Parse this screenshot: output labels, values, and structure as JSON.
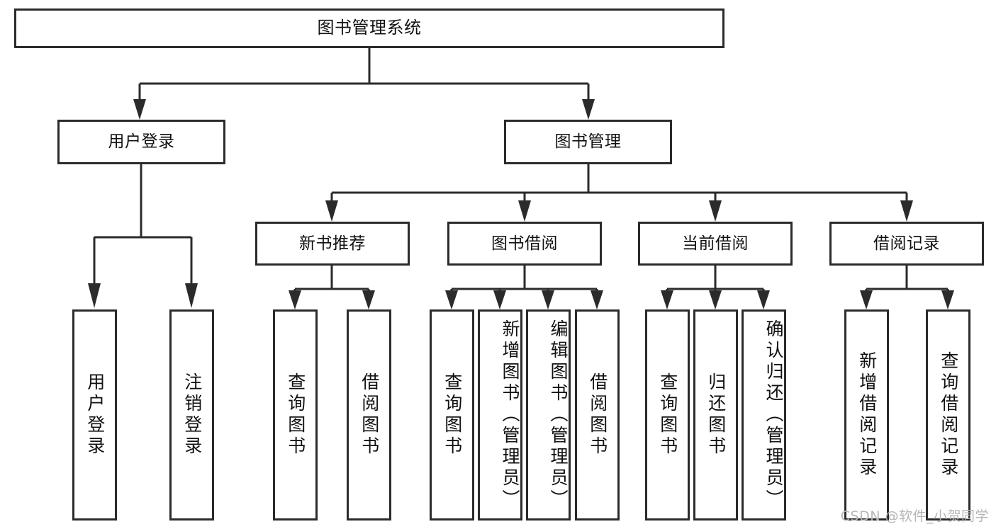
{
  "diagram": {
    "title": "图书管理系统",
    "type": "tree-hierarchy-chart",
    "watermark": "CSDN @软件_小贺同学",
    "colors": {
      "stroke": "#2b2b2b",
      "box_fill": "#ffffff",
      "text": "#111111",
      "watermark": "#b6b6b6",
      "background": "#ffffff"
    },
    "root": {
      "label": "图书管理系统"
    },
    "level2": [
      {
        "id": "user-login",
        "label": "用户登录"
      },
      {
        "id": "book-manage",
        "label": "图书管理"
      }
    ],
    "level3": [
      {
        "id": "new-book-recommend",
        "label": "新书推荐"
      },
      {
        "id": "book-borrow",
        "label": "图书借阅"
      },
      {
        "id": "current-borrow",
        "label": "当前借阅"
      },
      {
        "id": "borrow-record",
        "label": "借阅记录"
      }
    ],
    "leaves": {
      "user_login": [
        {
          "id": "leaf-user-login",
          "label": "用户登录"
        },
        {
          "id": "leaf-logout",
          "label": "注销登录"
        }
      ],
      "new_book_recommend": [
        {
          "id": "leaf-query-book-1",
          "label": "查询图书"
        },
        {
          "id": "leaf-borrow-book-1",
          "label": "借阅图书"
        }
      ],
      "book_borrow": [
        {
          "id": "leaf-query-book-2",
          "label": "查询图书"
        },
        {
          "id": "leaf-add-book",
          "label": "新增图书（管理员）"
        },
        {
          "id": "leaf-edit-book",
          "label": "编辑图书（管理员）"
        },
        {
          "id": "leaf-borrow-book-2",
          "label": "借阅图书"
        }
      ],
      "current_borrow": [
        {
          "id": "leaf-query-book-3",
          "label": "查询图书"
        },
        {
          "id": "leaf-return-book",
          "label": "归还图书"
        },
        {
          "id": "leaf-confirm-return",
          "label": "确认归还（管理员）"
        }
      ],
      "borrow_record": [
        {
          "id": "leaf-add-record",
          "label": "新增借阅记录"
        },
        {
          "id": "leaf-query-record",
          "label": "查询借阅记录"
        }
      ]
    }
  }
}
